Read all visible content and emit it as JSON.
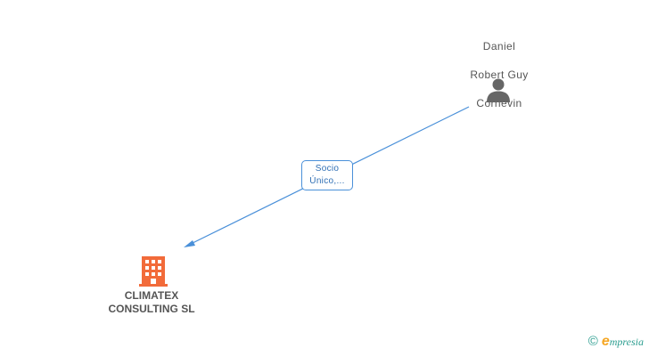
{
  "person": {
    "name_line1": "Daniel",
    "name_line2": "Robert Guy",
    "name_line3": "Cornevin",
    "icon": "person-icon"
  },
  "relationship": {
    "label_line1": "Socio",
    "label_line2": "Único,..."
  },
  "company": {
    "name_line1": "CLIMATEX",
    "name_line2": "CONSULTING SL",
    "icon": "building-icon"
  },
  "colors": {
    "edge": "#4a90d9",
    "person_icon": "#666666",
    "company_icon": "#f26b3a",
    "text": "#555555",
    "brand": "#2a9d8f",
    "brand_accent": "#f5a623"
  },
  "brand": {
    "copyright_symbol": "©",
    "e_glyph": "e",
    "text": "mpresia"
  }
}
